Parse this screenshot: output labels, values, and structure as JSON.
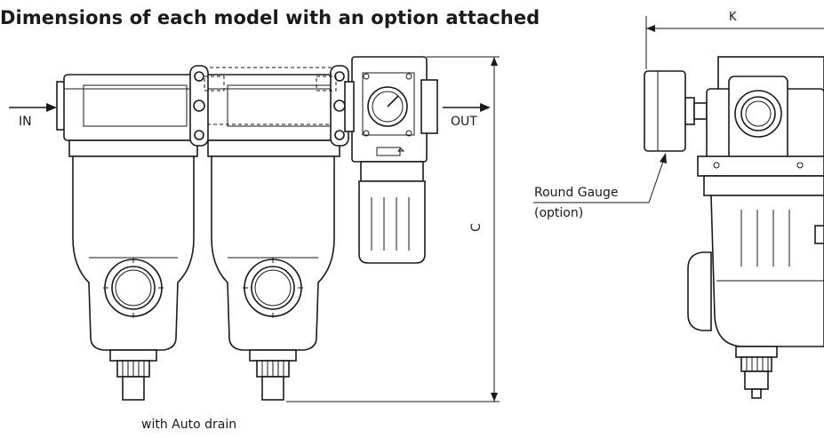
{
  "title": "Dimensions of each model with an option attached",
  "labels": {
    "inlet": "IN",
    "outlet": "OUT",
    "dimension_c": "C",
    "dimension_k": "K",
    "gauge_name": "Round Gauge",
    "gauge_note": "(option)",
    "caption": "with Auto drain"
  }
}
